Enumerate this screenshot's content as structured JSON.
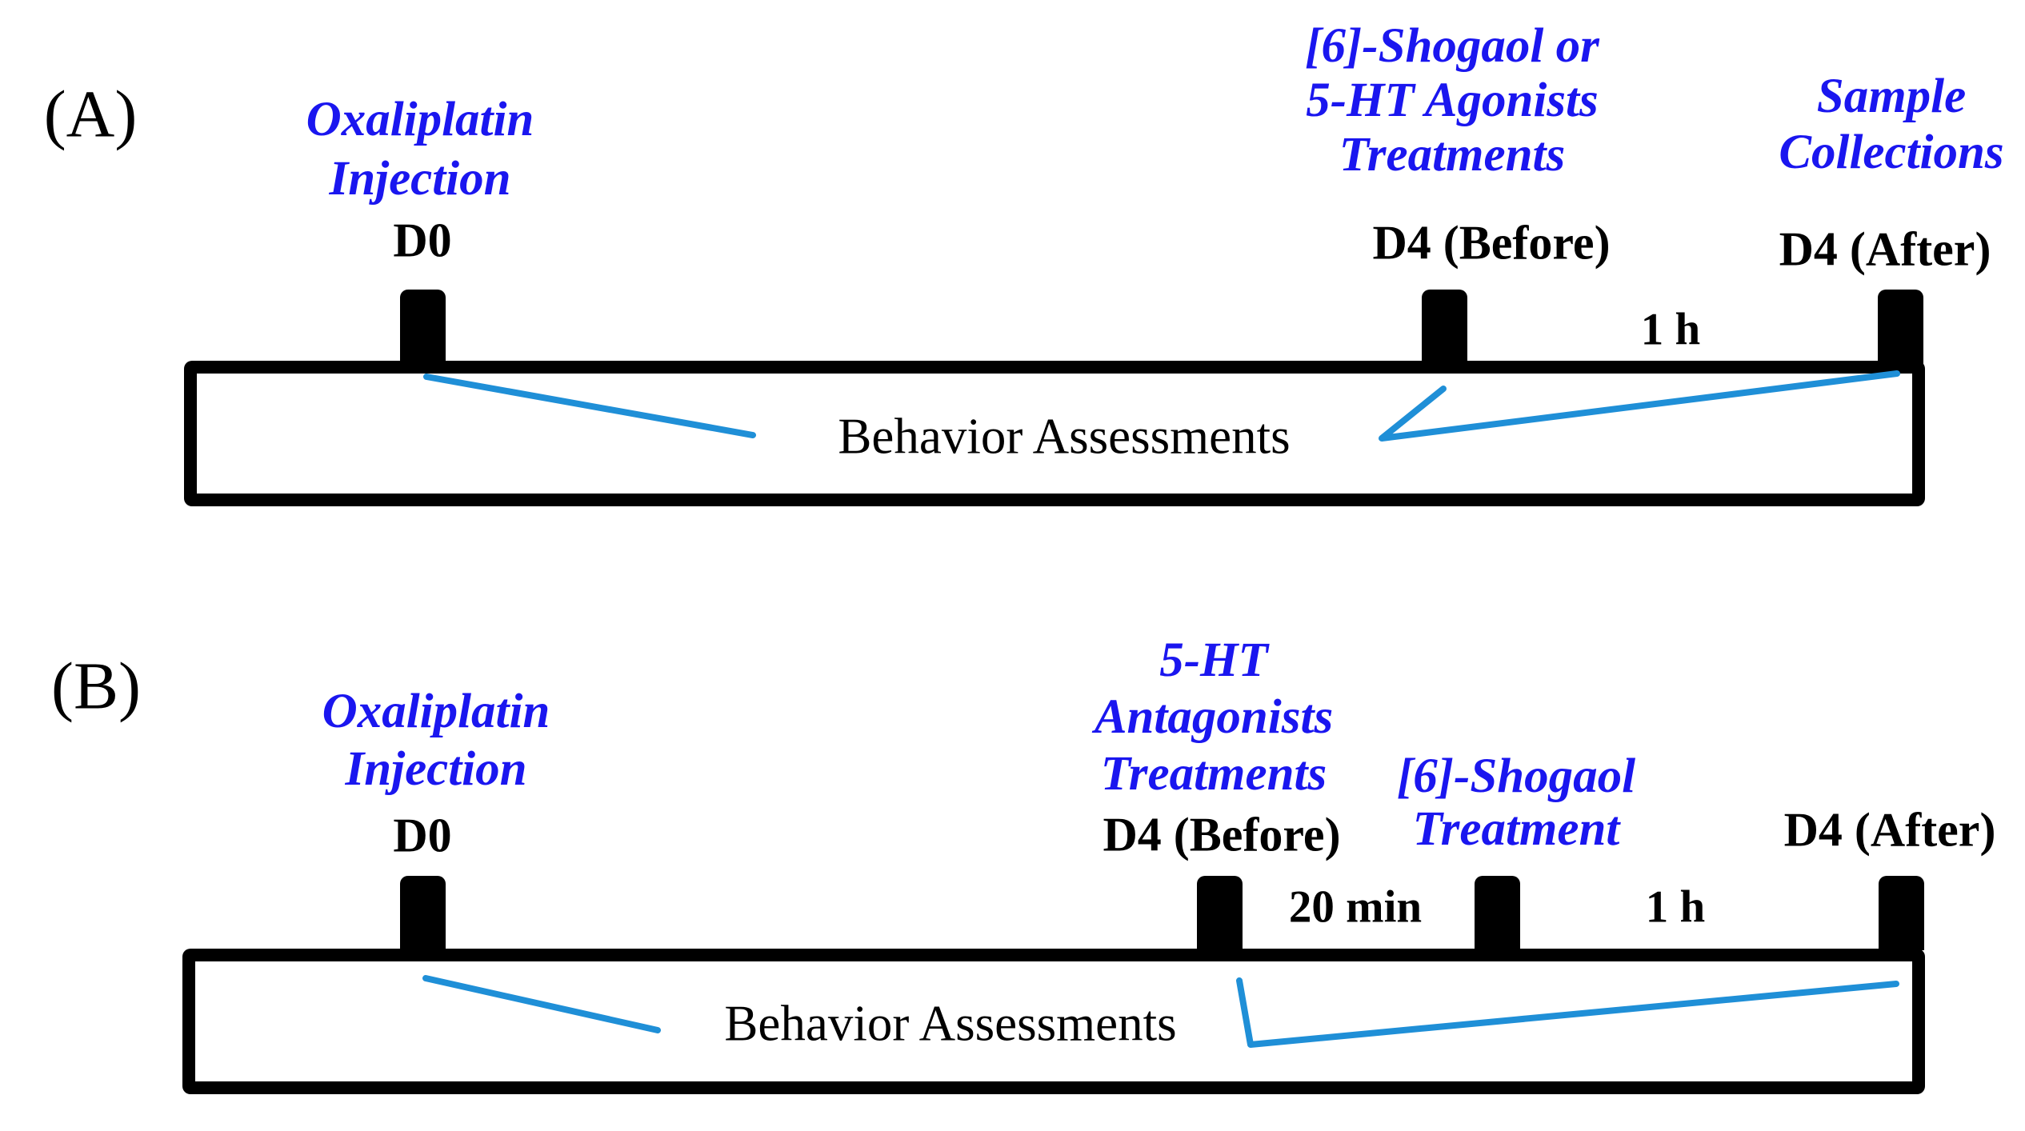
{
  "colors": {
    "label_blue": "#1a16ef",
    "annotation_blue": "#1f8fd7",
    "ink_black": "#000000",
    "background": "#ffffff"
  },
  "panel_a": {
    "label": "(A)",
    "events": {
      "oxaliplatin": {
        "line1": "Oxaliplatin",
        "line2": "Injection",
        "day": "D0"
      },
      "treatments": {
        "line1": "[6]-Shogaol or",
        "line2": "5-HT Agonists",
        "line3": "Treatments",
        "day": "D4 (Before)"
      },
      "sample_collections": {
        "line1": "Sample",
        "line2": "Collections",
        "day": "D4 (After)"
      }
    },
    "interval_1h": "1 h",
    "bar_label": "Behavior Assessments"
  },
  "panel_b": {
    "label": "(B)",
    "events": {
      "oxaliplatin": {
        "line1": "Oxaliplatin",
        "line2": "Injection",
        "day": "D0"
      },
      "antagonists": {
        "line1": "5-HT",
        "line2": "Antagonists",
        "line3": "Treatments",
        "day": "D4 (Before)"
      },
      "shogaol": {
        "line1": "[6]-Shogaol",
        "line2": "Treatment"
      },
      "after": {
        "day": "D4 (After)"
      }
    },
    "interval_20min": "20 min",
    "interval_1h": "1 h",
    "bar_label": "Behavior Assessments"
  }
}
